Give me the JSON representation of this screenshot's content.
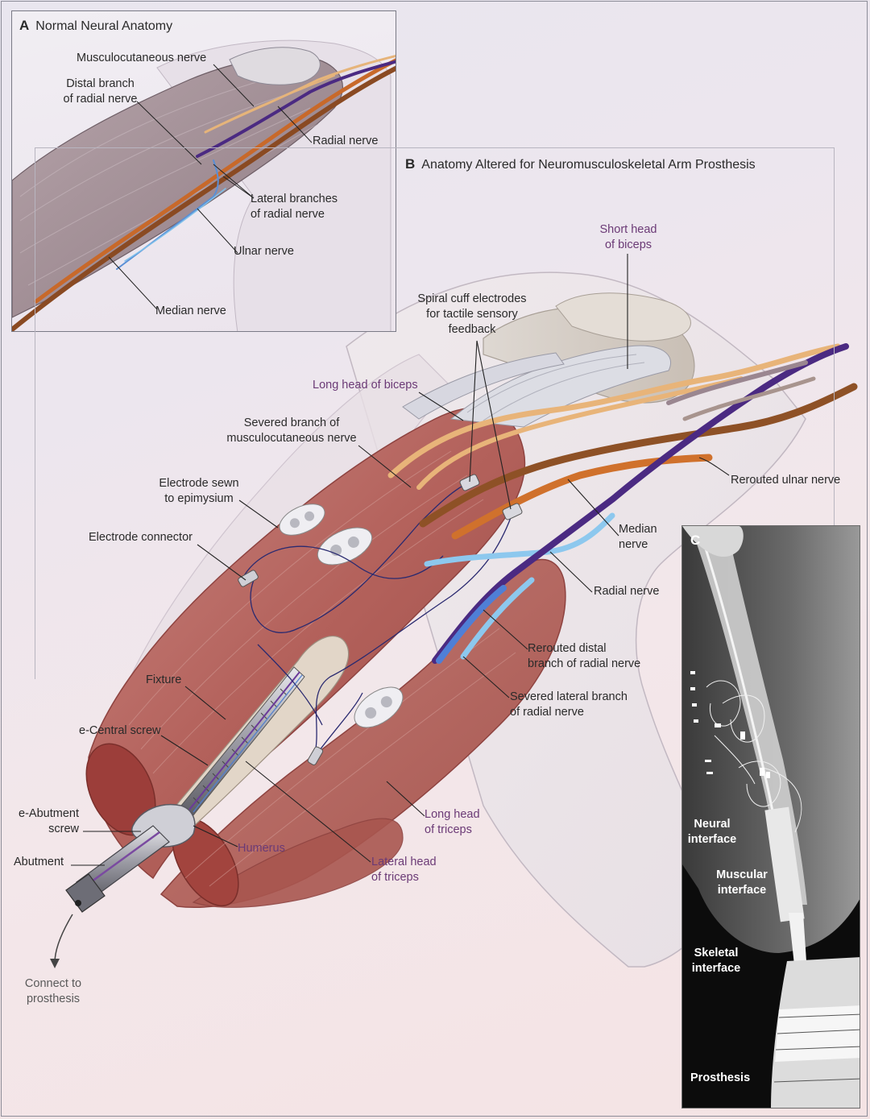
{
  "panel_a": {
    "letter": "A",
    "title": "Normal Neural Anatomy",
    "labels": {
      "musculocutaneous": "Musculocutaneous nerve",
      "distal_branch_1": "Distal branch",
      "distal_branch_2": "of radial nerve",
      "radial": "Radial nerve",
      "lateral_branches_1": "Lateral branches",
      "lateral_branches_2": "of radial nerve",
      "ulnar": "Ulnar nerve",
      "median": "Median nerve"
    }
  },
  "panel_b": {
    "letter": "B",
    "title": "Anatomy Altered for Neuromusculoskeletal Arm Prosthesis",
    "labels": {
      "short_head_1": "Short head",
      "short_head_2": "of biceps",
      "spiral_1": "Spiral cuff electrodes",
      "spiral_2": "for tactile sensory",
      "spiral_3": "feedback",
      "long_head_biceps": "Long head of biceps",
      "severed_branch_1": "Severed branch of",
      "severed_branch_2": "musculocutaneous nerve",
      "electrode_sewn_1": "Electrode sewn",
      "electrode_sewn_2": "to epimysium",
      "rerouted_ulnar": "Rerouted ulnar nerve",
      "electrode_connector": "Electrode connector",
      "median_1": "Median",
      "median_2": "nerve",
      "radial": "Radial nerve",
      "rerouted_distal_1": "Rerouted distal",
      "rerouted_distal_2": "branch of radial nerve",
      "fixture": "Fixture",
      "severed_lateral_1": "Severed lateral branch",
      "severed_lateral_2": "of radial nerve",
      "e_central": "e-Central screw",
      "e_abutment_1": "e-Abutment",
      "e_abutment_2": "screw",
      "long_head_triceps_1": "Long head",
      "long_head_triceps_2": "of triceps",
      "humerus": "Humerus",
      "abutment": "Abutment",
      "lateral_head_1": "Lateral head",
      "lateral_head_2": "of triceps",
      "connect_1": "Connect to",
      "connect_2": "prosthesis"
    }
  },
  "panel_c": {
    "letter": "C",
    "labels": {
      "neural_1": "Neural",
      "neural_2": "interface",
      "muscular_1": "Muscular",
      "muscular_2": "interface",
      "skeletal_1": "Skeletal",
      "skeletal_2": "interface",
      "prosthesis": "Prosthesis"
    }
  },
  "colors": {
    "muscle": "#b5655f",
    "muscle_dark": "#8e4340",
    "nerve_orange": "#c8692a",
    "nerve_brown": "#8a4a22",
    "nerve_purple": "#4b2a7a",
    "nerve_blue": "#5a8fd6",
    "nerve_lightblue": "#7fc0ea",
    "nerve_tan": "#e6b47a",
    "label_purple": "#6b3a76"
  }
}
